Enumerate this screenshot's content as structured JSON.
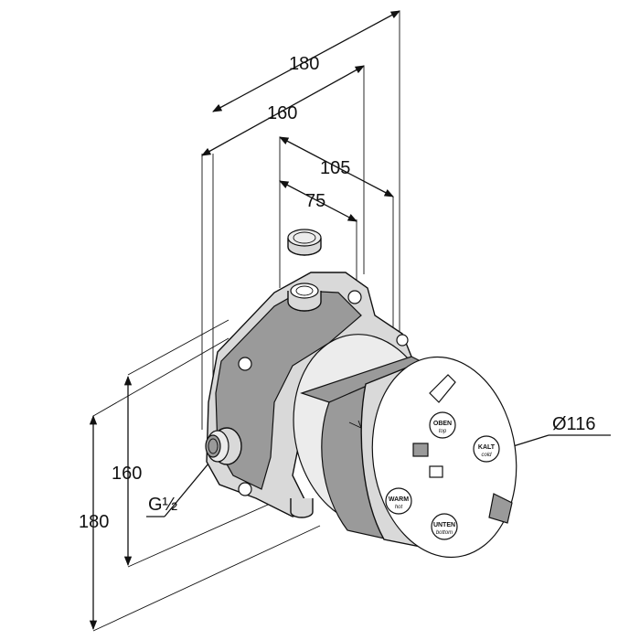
{
  "dimensions": {
    "width_outer": "180",
    "width_inner": "160",
    "depth_outer": "105",
    "depth_inner": "75",
    "height_inner": "160",
    "height_outer": "180",
    "diameter": "Ø116",
    "thread": "G½"
  },
  "markings": {
    "top": "OBEN",
    "top_en": "top",
    "cold": "KALT",
    "cold_en": "cold",
    "hot": "WARM",
    "hot_en": "hot",
    "bottom": "UNTEN",
    "bottom_en": "bottom"
  }
}
